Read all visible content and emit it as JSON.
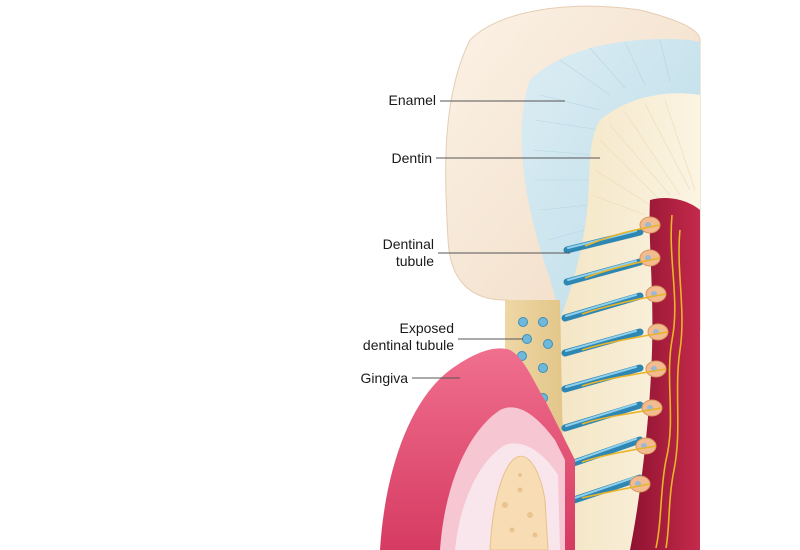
{
  "labels": {
    "enamel": "Enamel",
    "dentin": "Dentin",
    "dentinal_tubule": [
      "Dentinal",
      "tubule"
    ],
    "exposed_dentinal_tubule": [
      "Exposed",
      "dentinal tubule"
    ],
    "gingiva": "Gingiva"
  },
  "colors": {
    "enamel_outer": "#f5e6d6",
    "enamel_inner": "#cfe6ee",
    "dentin": "#f6ecd3",
    "pulp": "#b31e3f",
    "tubule": "#3d9cc7",
    "nerve": "#e8b52a",
    "odontoblast": "#f1b98a",
    "gingiva": "#e95a7c",
    "bone": "#f7d9b0",
    "leader_line": "#555555"
  }
}
